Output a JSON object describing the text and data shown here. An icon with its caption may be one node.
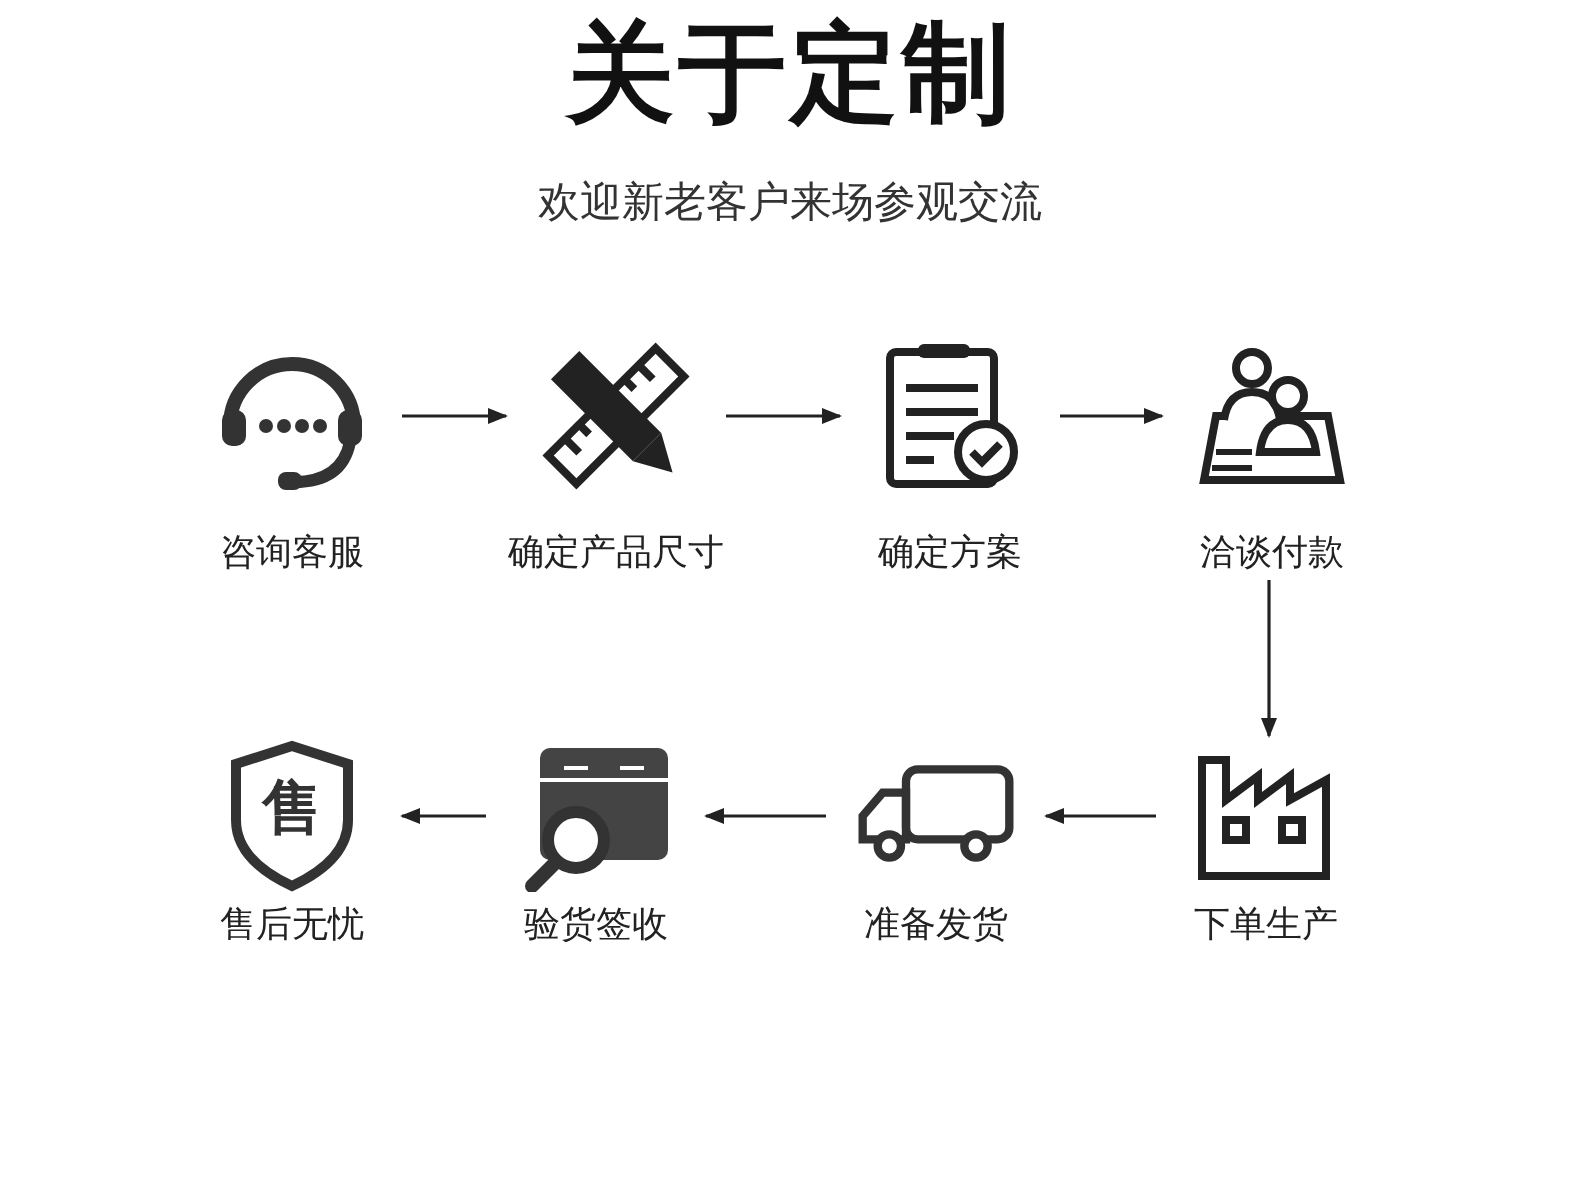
{
  "diagram": {
    "title": "关于定制",
    "caption": "欢迎新老客户来场参观交流",
    "nodes": [
      {
        "text": [
          "咨询客服"
        ]
      },
      {
        "text": [
          "确定产品尺寸"
        ]
      },
      {
        "text": [
          "确定方案"
        ]
      },
      {
        "text": [
          "洽谈付款"
        ]
      },
      {
        "text": [
          "下单生产"
        ]
      },
      {
        "text": [
          "准备发货"
        ]
      },
      {
        "text": [
          "验货签收"
        ]
      },
      {
        "text": [
          "售",
          "售后无忧"
        ]
      }
    ],
    "edges": [
      {
        "from": 0,
        "to": 1,
        "arrow": "to"
      },
      {
        "from": 1,
        "to": 2,
        "arrow": "to"
      },
      {
        "from": 2,
        "to": 3,
        "arrow": "to"
      },
      {
        "from": 3,
        "to": 4,
        "arrow": "to"
      },
      {
        "from": 4,
        "to": 5,
        "arrow": "to"
      },
      {
        "from": 5,
        "to": 6,
        "arrow": "to"
      },
      {
        "from": 6,
        "to": 7,
        "arrow": "to"
      }
    ]
  }
}
